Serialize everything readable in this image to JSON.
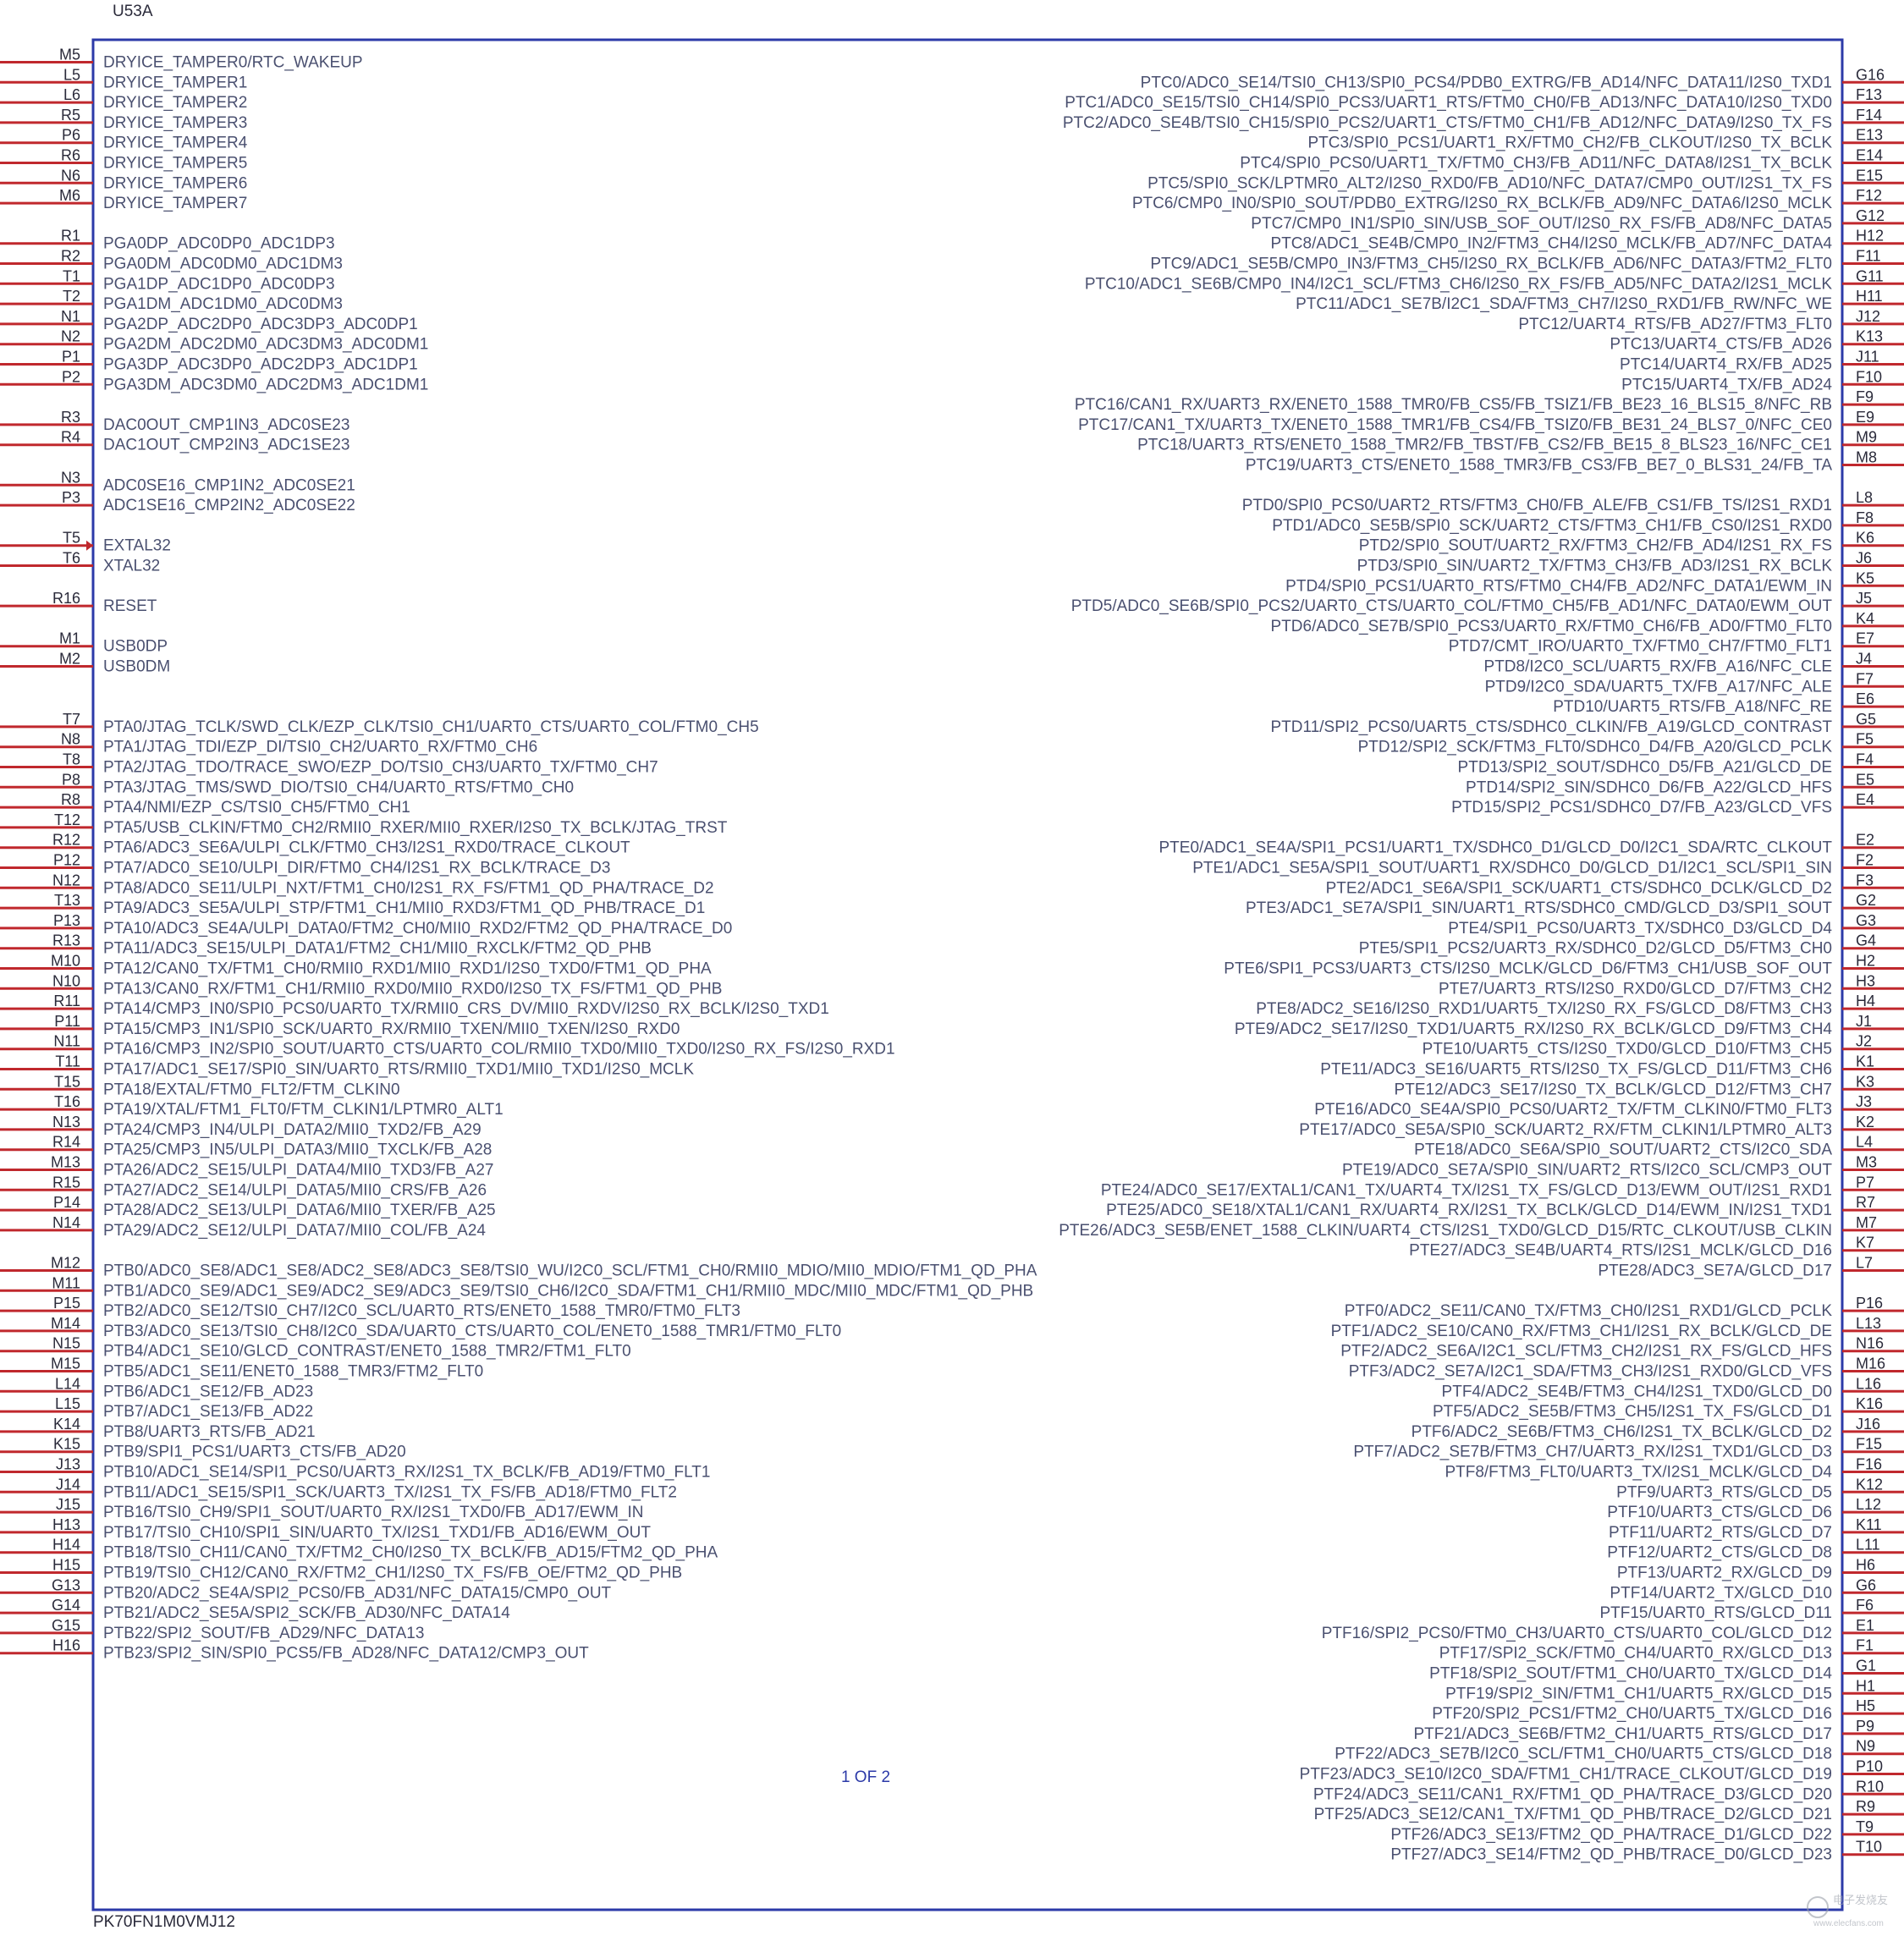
{
  "component": {
    "reference": "U53A",
    "part_number": "PK70FN1M0VMJ12",
    "sheet_label": "1 OF 2"
  },
  "watermark": "电子发烧友",
  "watermark_url": "www.elecfans.com",
  "colors": {
    "border": "#2c3aa8",
    "pin_line": "#c0282d",
    "text": "#4a5070",
    "pin_number": "#2a2a3a"
  },
  "left_pins": [
    {
      "pin": "M5",
      "name": "DRYICE_TAMPER0/RTC_WAKEUP",
      "row": 0
    },
    {
      "pin": "L5",
      "name": "DRYICE_TAMPER1",
      "row": 1
    },
    {
      "pin": "L6",
      "name": "DRYICE_TAMPER2",
      "row": 2
    },
    {
      "pin": "R5",
      "name": "DRYICE_TAMPER3",
      "row": 3
    },
    {
      "pin": "P6",
      "name": "DRYICE_TAMPER4",
      "row": 4
    },
    {
      "pin": "R6",
      "name": "DRYICE_TAMPER5",
      "row": 5
    },
    {
      "pin": "N6",
      "name": "DRYICE_TAMPER6",
      "row": 6
    },
    {
      "pin": "M6",
      "name": "DRYICE_TAMPER7",
      "row": 7
    },
    {
      "pin": "R1",
      "name": "PGA0DP_ADC0DP0_ADC1DP3",
      "row": 9
    },
    {
      "pin": "R2",
      "name": "PGA0DM_ADC0DM0_ADC1DM3",
      "row": 10
    },
    {
      "pin": "T1",
      "name": "PGA1DP_ADC1DP0_ADC0DP3",
      "row": 11
    },
    {
      "pin": "T2",
      "name": "PGA1DM_ADC1DM0_ADC0DM3",
      "row": 12
    },
    {
      "pin": "N1",
      "name": "PGA2DP_ADC2DP0_ADC3DP3_ADC0DP1",
      "row": 13
    },
    {
      "pin": "N2",
      "name": "PGA2DM_ADC2DM0_ADC3DM3_ADC0DM1",
      "row": 14
    },
    {
      "pin": "P1",
      "name": "PGA3DP_ADC3DP0_ADC2DP3_ADC1DP1",
      "row": 15
    },
    {
      "pin": "P2",
      "name": "PGA3DM_ADC3DM0_ADC2DM3_ADC1DM1",
      "row": 16
    },
    {
      "pin": "R3",
      "name": "DAC0OUT_CMP1IN3_ADC0SE23",
      "row": 18
    },
    {
      "pin": "R4",
      "name": "DAC1OUT_CMP2IN3_ADC1SE23",
      "row": 19
    },
    {
      "pin": "N3",
      "name": "ADC0SE16_CMP1IN2_ADC0SE21",
      "row": 21
    },
    {
      "pin": "P3",
      "name": "ADC1SE16_CMP2IN2_ADC0SE22",
      "row": 22
    },
    {
      "pin": "T5",
      "name": "EXTAL32",
      "row": 24
    },
    {
      "pin": "T6",
      "name": "XTAL32",
      "row": 25
    },
    {
      "pin": "R16",
      "name": "RESET",
      "row": 27
    },
    {
      "pin": "M1",
      "name": "USB0DP",
      "row": 29
    },
    {
      "pin": "M2",
      "name": "USB0DM",
      "row": 30
    },
    {
      "pin": "T7",
      "name": "PTA0/JTAG_TCLK/SWD_CLK/EZP_CLK/TSI0_CH1/UART0_CTS/UART0_COL/FTM0_CH5",
      "row": 33
    },
    {
      "pin": "N8",
      "name": "PTA1/JTAG_TDI/EZP_DI/TSI0_CH2/UART0_RX/FTM0_CH6",
      "row": 34
    },
    {
      "pin": "T8",
      "name": "PTA2/JTAG_TDO/TRACE_SWO/EZP_DO/TSI0_CH3/UART0_TX/FTM0_CH7",
      "row": 35
    },
    {
      "pin": "P8",
      "name": "PTA3/JTAG_TMS/SWD_DIO/TSI0_CH4/UART0_RTS/FTM0_CH0",
      "row": 36
    },
    {
      "pin": "R8",
      "name": "PTA4/NMI/EZP_CS/TSI0_CH5/FTM0_CH1",
      "row": 37
    },
    {
      "pin": "T12",
      "name": "PTA5/USB_CLKIN/FTM0_CH2/RMII0_RXER/MII0_RXER/I2S0_TX_BCLK/JTAG_TRST",
      "row": 38
    },
    {
      "pin": "R12",
      "name": "PTA6/ADC3_SE6A/ULPI_CLK/FTM0_CH3/I2S1_RXD0/TRACE_CLKOUT",
      "row": 39
    },
    {
      "pin": "P12",
      "name": "PTA7/ADC0_SE10/ULPI_DIR/FTM0_CH4/I2S1_RX_BCLK/TRACE_D3",
      "row": 40
    },
    {
      "pin": "N12",
      "name": "PTA8/ADC0_SE11/ULPI_NXT/FTM1_CH0/I2S1_RX_FS/FTM1_QD_PHA/TRACE_D2",
      "row": 41
    },
    {
      "pin": "T13",
      "name": "PTA9/ADC3_SE5A/ULPI_STP/FTM1_CH1/MII0_RXD3/FTM1_QD_PHB/TRACE_D1",
      "row": 42
    },
    {
      "pin": "P13",
      "name": "PTA10/ADC3_SE4A/ULPI_DATA0/FTM2_CH0/MII0_RXD2/FTM2_QD_PHA/TRACE_D0",
      "row": 43
    },
    {
      "pin": "R13",
      "name": "PTA11/ADC3_SE15/ULPI_DATA1/FTM2_CH1/MII0_RXCLK/FTM2_QD_PHB",
      "row": 44
    },
    {
      "pin": "M10",
      "name": "PTA12/CAN0_TX/FTM1_CH0/RMII0_RXD1/MII0_RXD1/I2S0_TXD0/FTM1_QD_PHA",
      "row": 45
    },
    {
      "pin": "N10",
      "name": "PTA13/CAN0_RX/FTM1_CH1/RMII0_RXD0/MII0_RXD0/I2S0_TX_FS/FTM1_QD_PHB",
      "row": 46
    },
    {
      "pin": "R11",
      "name": "PTA14/CMP3_IN0/SPI0_PCS0/UART0_TX/RMII0_CRS_DV/MII0_RXDV/I2S0_RX_BCLK/I2S0_TXD1",
      "row": 47
    },
    {
      "pin": "P11",
      "name": "PTA15/CMP3_IN1/SPI0_SCK/UART0_RX/RMII0_TXEN/MII0_TXEN/I2S0_RXD0",
      "row": 48
    },
    {
      "pin": "N11",
      "name": "PTA16/CMP3_IN2/SPI0_SOUT/UART0_CTS/UART0_COL/RMII0_TXD0/MII0_TXD0/I2S0_RX_FS/I2S0_RXD1",
      "row": 49
    },
    {
      "pin": "T11",
      "name": "PTA17/ADC1_SE17/SPI0_SIN/UART0_RTS/RMII0_TXD1/MII0_TXD1/I2S0_MCLK",
      "row": 50
    },
    {
      "pin": "T15",
      "name": "PTA18/EXTAL/FTM0_FLT2/FTM_CLKIN0",
      "row": 51
    },
    {
      "pin": "T16",
      "name": "PTA19/XTAL/FTM1_FLT0/FTM_CLKIN1/LPTMR0_ALT1",
      "row": 52
    },
    {
      "pin": "N13",
      "name": "PTA24/CMP3_IN4/ULPI_DATA2/MII0_TXD2/FB_A29",
      "row": 53
    },
    {
      "pin": "R14",
      "name": "PTA25/CMP3_IN5/ULPI_DATA3/MII0_TXCLK/FB_A28",
      "row": 54
    },
    {
      "pin": "M13",
      "name": "PTA26/ADC2_SE15/ULPI_DATA4/MII0_TXD3/FB_A27",
      "row": 55
    },
    {
      "pin": "R15",
      "name": "PTA27/ADC2_SE14/ULPI_DATA5/MII0_CRS/FB_A26",
      "row": 56
    },
    {
      "pin": "P14",
      "name": "PTA28/ADC2_SE13/ULPI_DATA6/MII0_TXER/FB_A25",
      "row": 57
    },
    {
      "pin": "N14",
      "name": "PTA29/ADC2_SE12/ULPI_DATA7/MII0_COL/FB_A24",
      "row": 58
    },
    {
      "pin": "M12",
      "name": "PTB0/ADC0_SE8/ADC1_SE8/ADC2_SE8/ADC3_SE8/TSI0_WU/I2C0_SCL/FTM1_CH0/RMII0_MDIO/MII0_MDIO/FTM1_QD_PHA",
      "row": 60
    },
    {
      "pin": "M11",
      "name": "PTB1/ADC0_SE9/ADC1_SE9/ADC2_SE9/ADC3_SE9/TSI0_CH6/I2C0_SDA/FTM1_CH1/RMII0_MDC/MII0_MDC/FTM1_QD_PHB",
      "row": 61
    },
    {
      "pin": "P15",
      "name": "PTB2/ADC0_SE12/TSI0_CH7/I2C0_SCL/UART0_RTS/ENET0_1588_TMR0/FTM0_FLT3",
      "row": 62
    },
    {
      "pin": "M14",
      "name": "PTB3/ADC0_SE13/TSI0_CH8/I2C0_SDA/UART0_CTS/UART0_COL/ENET0_1588_TMR1/FTM0_FLT0",
      "row": 63
    },
    {
      "pin": "N15",
      "name": "PTB4/ADC1_SE10/GLCD_CONTRAST/ENET0_1588_TMR2/FTM1_FLT0",
      "row": 64
    },
    {
      "pin": "M15",
      "name": "PTB5/ADC1_SE11/ENET0_1588_TMR3/FTM2_FLT0",
      "row": 65
    },
    {
      "pin": "L14",
      "name": "PTB6/ADC1_SE12/FB_AD23",
      "row": 66
    },
    {
      "pin": "L15",
      "name": "PTB7/ADC1_SE13/FB_AD22",
      "row": 67
    },
    {
      "pin": "K14",
      "name": "PTB8/UART3_RTS/FB_AD21",
      "row": 68
    },
    {
      "pin": "K15",
      "name": "PTB9/SPI1_PCS1/UART3_CTS/FB_AD20",
      "row": 69
    },
    {
      "pin": "J13",
      "name": "PTB10/ADC1_SE14/SPI1_PCS0/UART3_RX/I2S1_TX_BCLK/FB_AD19/FTM0_FLT1",
      "row": 70
    },
    {
      "pin": "J14",
      "name": "PTB11/ADC1_SE15/SPI1_SCK/UART3_TX/I2S1_TX_FS/FB_AD18/FTM0_FLT2",
      "row": 71
    },
    {
      "pin": "J15",
      "name": "PTB16/TSI0_CH9/SPI1_SOUT/UART0_RX/I2S1_TXD0/FB_AD17/EWM_IN",
      "row": 72
    },
    {
      "pin": "H13",
      "name": "PTB17/TSI0_CH10/SPI1_SIN/UART0_TX/I2S1_TXD1/FB_AD16/EWM_OUT",
      "row": 73
    },
    {
      "pin": "H14",
      "name": "PTB18/TSI0_CH11/CAN0_TX/FTM2_CH0/I2S0_TX_BCLK/FB_AD15/FTM2_QD_PHA",
      "row": 74
    },
    {
      "pin": "H15",
      "name": "PTB19/TSI0_CH12/CAN0_RX/FTM2_CH1/I2S0_TX_FS/FB_OE/FTM2_QD_PHB",
      "row": 75
    },
    {
      "pin": "G13",
      "name": "PTB20/ADC2_SE4A/SPI2_PCS0/FB_AD31/NFC_DATA15/CMP0_OUT",
      "row": 76
    },
    {
      "pin": "G14",
      "name": "PTB21/ADC2_SE5A/SPI2_SCK/FB_AD30/NFC_DATA14",
      "row": 77
    },
    {
      "pin": "G15",
      "name": "PTB22/SPI2_SOUT/FB_AD29/NFC_DATA13",
      "row": 78
    },
    {
      "pin": "H16",
      "name": "PTB23/SPI2_SIN/SPI0_PCS5/FB_AD28/NFC_DATA12/CMP3_OUT",
      "row": 79
    }
  ],
  "right_pins": [
    {
      "pin": "G16",
      "name": "PTC0/ADC0_SE14/TSI0_CH13/SPI0_PCS4/PDB0_EXTRG/FB_AD14/NFC_DATA11/I2S0_TXD1",
      "row": 1
    },
    {
      "pin": "F13",
      "name": "PTC1/ADC0_SE15/TSI0_CH14/SPI0_PCS3/UART1_RTS/FTM0_CH0/FB_AD13/NFC_DATA10/I2S0_TXD0",
      "row": 2
    },
    {
      "pin": "F14",
      "name": "PTC2/ADC0_SE4B/TSI0_CH15/SPI0_PCS2/UART1_CTS/FTM0_CH1/FB_AD12/NFC_DATA9/I2S0_TX_FS",
      "row": 3
    },
    {
      "pin": "E13",
      "name": "PTC3/SPI0_PCS1/UART1_RX/FTM0_CH2/FB_CLKOUT/I2S0_TX_BCLK",
      "row": 4
    },
    {
      "pin": "E14",
      "name": "PTC4/SPI0_PCS0/UART1_TX/FTM0_CH3/FB_AD11/NFC_DATA8/I2S1_TX_BCLK",
      "row": 5
    },
    {
      "pin": "E15",
      "name": "PTC5/SPI0_SCK/LPTMR0_ALT2/I2S0_RXD0/FB_AD10/NFC_DATA7/CMP0_OUT/I2S1_TX_FS",
      "row": 6
    },
    {
      "pin": "F12",
      "name": "PTC6/CMP0_IN0/SPI0_SOUT/PDB0_EXTRG/I2S0_RX_BCLK/FB_AD9/NFC_DATA6/I2S0_MCLK",
      "row": 7
    },
    {
      "pin": "G12",
      "name": "PTC7/CMP0_IN1/SPI0_SIN/USB_SOF_OUT/I2S0_RX_FS/FB_AD8/NFC_DATA5",
      "row": 8
    },
    {
      "pin": "H12",
      "name": "PTC8/ADC1_SE4B/CMP0_IN2/FTM3_CH4/I2S0_MCLK/FB_AD7/NFC_DATA4",
      "row": 9
    },
    {
      "pin": "F11",
      "name": "PTC9/ADC1_SE5B/CMP0_IN3/FTM3_CH5/I2S0_RX_BCLK/FB_AD6/NFC_DATA3/FTM2_FLT0",
      "row": 10
    },
    {
      "pin": "G11",
      "name": "PTC10/ADC1_SE6B/CMP0_IN4/I2C1_SCL/FTM3_CH6/I2S0_RX_FS/FB_AD5/NFC_DATA2/I2S1_MCLK",
      "row": 11
    },
    {
      "pin": "H11",
      "name": "PTC11/ADC1_SE7B/I2C1_SDA/FTM3_CH7/I2S0_RXD1/FB_RW/NFC_WE",
      "row": 12
    },
    {
      "pin": "J12",
      "name": "PTC12/UART4_RTS/FB_AD27/FTM3_FLT0",
      "row": 13
    },
    {
      "pin": "K13",
      "name": "PTC13/UART4_CTS/FB_AD26",
      "row": 14
    },
    {
      "pin": "J11",
      "name": "PTC14/UART4_RX/FB_AD25",
      "row": 15
    },
    {
      "pin": "F10",
      "name": "PTC15/UART4_TX/FB_AD24",
      "row": 16
    },
    {
      "pin": "F9",
      "name": "PTC16/CAN1_RX/UART3_RX/ENET0_1588_TMR0/FB_CS5/FB_TSIZ1/FB_BE23_16_BLS15_8/NFC_RB",
      "row": 17
    },
    {
      "pin": "E9",
      "name": "PTC17/CAN1_TX/UART3_TX/ENET0_1588_TMR1/FB_CS4/FB_TSIZ0/FB_BE31_24_BLS7_0/NFC_CE0",
      "row": 18
    },
    {
      "pin": "M9",
      "name": "PTC18/UART3_RTS/ENET0_1588_TMR2/FB_TBST/FB_CS2/FB_BE15_8_BLS23_16/NFC_CE1",
      "row": 19
    },
    {
      "pin": "M8",
      "name": "PTC19/UART3_CTS/ENET0_1588_TMR3/FB_CS3/FB_BE7_0_BLS31_24/FB_TA",
      "row": 20
    },
    {
      "pin": "L8",
      "name": "PTD0/SPI0_PCS0/UART2_RTS/FTM3_CH0/FB_ALE/FB_CS1/FB_TS/I2S1_RXD1",
      "row": 22
    },
    {
      "pin": "F8",
      "name": "PTD1/ADC0_SE5B/SPI0_SCK/UART2_CTS/FTM3_CH1/FB_CS0/I2S1_RXD0",
      "row": 23
    },
    {
      "pin": "K6",
      "name": "PTD2/SPI0_SOUT/UART2_RX/FTM3_CH2/FB_AD4/I2S1_RX_FS",
      "row": 24
    },
    {
      "pin": "J6",
      "name": "PTD3/SPI0_SIN/UART2_TX/FTM3_CH3/FB_AD3/I2S1_RX_BCLK",
      "row": 25
    },
    {
      "pin": "K5",
      "name": "PTD4/SPI0_PCS1/UART0_RTS/FTM0_CH4/FB_AD2/NFC_DATA1/EWM_IN",
      "row": 26
    },
    {
      "pin": "J5",
      "name": "PTD5/ADC0_SE6B/SPI0_PCS2/UART0_CTS/UART0_COL/FTM0_CH5/FB_AD1/NFC_DATA0/EWM_OUT",
      "row": 27
    },
    {
      "pin": "K4",
      "name": "PTD6/ADC0_SE7B/SPI0_PCS3/UART0_RX/FTM0_CH6/FB_AD0/FTM0_FLT0",
      "row": 28
    },
    {
      "pin": "E7",
      "name": "PTD7/CMT_IRO/UART0_TX/FTM0_CH7/FTM0_FLT1",
      "row": 29
    },
    {
      "pin": "J4",
      "name": "PTD8/I2C0_SCL/UART5_RX/FB_A16/NFC_CLE",
      "row": 30
    },
    {
      "pin": "F7",
      "name": "PTD9/I2C0_SDA/UART5_TX/FB_A17/NFC_ALE",
      "row": 31
    },
    {
      "pin": "E6",
      "name": "PTD10/UART5_RTS/FB_A18/NFC_RE",
      "row": 32
    },
    {
      "pin": "G5",
      "name": "PTD11/SPI2_PCS0/UART5_CTS/SDHC0_CLKIN/FB_A19/GLCD_CONTRAST",
      "row": 33
    },
    {
      "pin": "F5",
      "name": "PTD12/SPI2_SCK/FTM3_FLT0/SDHC0_D4/FB_A20/GLCD_PCLK",
      "row": 34
    },
    {
      "pin": "F4",
      "name": "PTD13/SPI2_SOUT/SDHC0_D5/FB_A21/GLCD_DE",
      "row": 35
    },
    {
      "pin": "E5",
      "name": "PTD14/SPI2_SIN/SDHC0_D6/FB_A22/GLCD_HFS",
      "row": 36
    },
    {
      "pin": "E4",
      "name": "PTD15/SPI2_PCS1/SDHC0_D7/FB_A23/GLCD_VFS",
      "row": 37
    },
    {
      "pin": "E2",
      "name": "PTE0/ADC1_SE4A/SPI1_PCS1/UART1_TX/SDHC0_D1/GLCD_D0/I2C1_SDA/RTC_CLKOUT",
      "row": 39
    },
    {
      "pin": "F2",
      "name": "PTE1/ADC1_SE5A/SPI1_SOUT/UART1_RX/SDHC0_D0/GLCD_D1/I2C1_SCL/SPI1_SIN",
      "row": 40
    },
    {
      "pin": "F3",
      "name": "PTE2/ADC1_SE6A/SPI1_SCK/UART1_CTS/SDHC0_DCLK/GLCD_D2",
      "row": 41
    },
    {
      "pin": "G2",
      "name": "PTE3/ADC1_SE7A/SPI1_SIN/UART1_RTS/SDHC0_CMD/GLCD_D3/SPI1_SOUT",
      "row": 42
    },
    {
      "pin": "G3",
      "name": "PTE4/SPI1_PCS0/UART3_TX/SDHC0_D3/GLCD_D4",
      "row": 43
    },
    {
      "pin": "G4",
      "name": "PTE5/SPI1_PCS2/UART3_RX/SDHC0_D2/GLCD_D5/FTM3_CH0",
      "row": 44
    },
    {
      "pin": "H2",
      "name": "PTE6/SPI1_PCS3/UART3_CTS/I2S0_MCLK/GLCD_D6/FTM3_CH1/USB_SOF_OUT",
      "row": 45
    },
    {
      "pin": "H3",
      "name": "PTE7/UART3_RTS/I2S0_RXD0/GLCD_D7/FTM3_CH2",
      "row": 46
    },
    {
      "pin": "H4",
      "name": "PTE8/ADC2_SE16/I2S0_RXD1/UART5_TX/I2S0_RX_FS/GLCD_D8/FTM3_CH3",
      "row": 47
    },
    {
      "pin": "J1",
      "name": "PTE9/ADC2_SE17/I2S0_TXD1/UART5_RX/I2S0_RX_BCLK/GLCD_D9/FTM3_CH4",
      "row": 48
    },
    {
      "pin": "J2",
      "name": "PTE10/UART5_CTS/I2S0_TXD0/GLCD_D10/FTM3_CH5",
      "row": 49
    },
    {
      "pin": "K1",
      "name": "PTE11/ADC3_SE16/UART5_RTS/I2S0_TX_FS/GLCD_D11/FTM3_CH6",
      "row": 50
    },
    {
      "pin": "K3",
      "name": "PTE12/ADC3_SE17/I2S0_TX_BCLK/GLCD_D12/FTM3_CH7",
      "row": 51
    },
    {
      "pin": "J3",
      "name": "PTE16/ADC0_SE4A/SPI0_PCS0/UART2_TX/FTM_CLKIN0/FTM0_FLT3",
      "row": 52
    },
    {
      "pin": "K2",
      "name": "PTE17/ADC0_SE5A/SPI0_SCK/UART2_RX/FTM_CLKIN1/LPTMR0_ALT3",
      "row": 53
    },
    {
      "pin": "L4",
      "name": "PTE18/ADC0_SE6A/SPI0_SOUT/UART2_CTS/I2C0_SDA",
      "row": 54
    },
    {
      "pin": "M3",
      "name": "PTE19/ADC0_SE7A/SPI0_SIN/UART2_RTS/I2C0_SCL/CMP3_OUT",
      "row": 55
    },
    {
      "pin": "P7",
      "name": "PTE24/ADC0_SE17/EXTAL1/CAN1_TX/UART4_TX/I2S1_TX_FS/GLCD_D13/EWM_OUT/I2S1_RXD1",
      "row": 56
    },
    {
      "pin": "R7",
      "name": "PTE25/ADC0_SE18/XTAL1/CAN1_RX/UART4_RX/I2S1_TX_BCLK/GLCD_D14/EWM_IN/I2S1_TXD1",
      "row": 57
    },
    {
      "pin": "M7",
      "name": "PTE26/ADC3_SE5B/ENET_1588_CLKIN/UART4_CTS/I2S1_TXD0/GLCD_D15/RTC_CLKOUT/USB_CLKIN",
      "row": 58
    },
    {
      "pin": "K7",
      "name": "PTE27/ADC3_SE4B/UART4_RTS/I2S1_MCLK/GLCD_D16",
      "row": 59
    },
    {
      "pin": "L7",
      "name": "PTE28/ADC3_SE7A/GLCD_D17",
      "row": 60
    },
    {
      "pin": "P16",
      "name": "PTF0/ADC2_SE11/CAN0_TX/FTM3_CH0/I2S1_RXD1/GLCD_PCLK",
      "row": 62
    },
    {
      "pin": "L13",
      "name": "PTF1/ADC2_SE10/CAN0_RX/FTM3_CH1/I2S1_RX_BCLK/GLCD_DE",
      "row": 63
    },
    {
      "pin": "N16",
      "name": "PTF2/ADC2_SE6A/I2C1_SCL/FTM3_CH2/I2S1_RX_FS/GLCD_HFS",
      "row": 64
    },
    {
      "pin": "M16",
      "name": "PTF3/ADC2_SE7A/I2C1_SDA/FTM3_CH3/I2S1_RXD0/GLCD_VFS",
      "row": 65
    },
    {
      "pin": "L16",
      "name": "PTF4/ADC2_SE4B/FTM3_CH4/I2S1_TXD0/GLCD_D0",
      "row": 66
    },
    {
      "pin": "K16",
      "name": "PTF5/ADC2_SE5B/FTM3_CH5/I2S1_TX_FS/GLCD_D1",
      "row": 67
    },
    {
      "pin": "J16",
      "name": "PTF6/ADC2_SE6B/FTM3_CH6/I2S1_TX_BCLK/GLCD_D2",
      "row": 68
    },
    {
      "pin": "F15",
      "name": "PTF7/ADC2_SE7B/FTM3_CH7/UART3_RX/I2S1_TXD1/GLCD_D3",
      "row": 69
    },
    {
      "pin": "F16",
      "name": "PTF8/FTM3_FLT0/UART3_TX/I2S1_MCLK/GLCD_D4",
      "row": 70
    },
    {
      "pin": "K12",
      "name": "PTF9/UART3_RTS/GLCD_D5",
      "row": 71
    },
    {
      "pin": "L12",
      "name": "PTF10/UART3_CTS/GLCD_D6",
      "row": 72
    },
    {
      "pin": "K11",
      "name": "PTF11/UART2_RTS/GLCD_D7",
      "row": 73
    },
    {
      "pin": "L11",
      "name": "PTF12/UART2_CTS/GLCD_D8",
      "row": 74
    },
    {
      "pin": "H6",
      "name": "PTF13/UART2_RX/GLCD_D9",
      "row": 75
    },
    {
      "pin": "G6",
      "name": "PTF14/UART2_TX/GLCD_D10",
      "row": 76
    },
    {
      "pin": "F6",
      "name": "PTF15/UART0_RTS/GLCD_D11",
      "row": 77
    },
    {
      "pin": "E1",
      "name": "PTF16/SPI2_PCS0/FTM0_CH3/UART0_CTS/UART0_COL/GLCD_D12",
      "row": 78
    },
    {
      "pin": "F1",
      "name": "PTF17/SPI2_SCK/FTM0_CH4/UART0_RX/GLCD_D13",
      "row": 79
    },
    {
      "pin": "G1",
      "name": "PTF18/SPI2_SOUT/FTM1_CH0/UART0_TX/GLCD_D14",
      "row": 80
    },
    {
      "pin": "H1",
      "name": "PTF19/SPI2_SIN/FTM1_CH1/UART5_RX/GLCD_D15",
      "row": 81
    },
    {
      "pin": "H5",
      "name": "PTF20/SPI2_PCS1/FTM2_CH0/UART5_TX/GLCD_D16",
      "row": 82
    },
    {
      "pin": "P9",
      "name": "PTF21/ADC3_SE6B/FTM2_CH1/UART5_RTS/GLCD_D17",
      "row": 83
    },
    {
      "pin": "N9",
      "name": "PTF22/ADC3_SE7B/I2C0_SCL/FTM1_CH0/UART5_CTS/GLCD_D18",
      "row": 84
    },
    {
      "pin": "P10",
      "name": "PTF23/ADC3_SE10/I2C0_SDA/FTM1_CH1/TRACE_CLKOUT/GLCD_D19",
      "row": 85
    },
    {
      "pin": "R10",
      "name": "PTF24/ADC3_SE11/CAN1_RX/FTM1_QD_PHA/TRACE_D3/GLCD_D20",
      "row": 86
    },
    {
      "pin": "R9",
      "name": "PTF25/ADC3_SE12/CAN1_TX/FTM1_QD_PHB/TRACE_D2/GLCD_D21",
      "row": 87
    },
    {
      "pin": "T9",
      "name": "PTF26/ADC3_SE13/FTM2_QD_PHA/TRACE_D1/GLCD_D22",
      "row": 88
    },
    {
      "pin": "T10",
      "name": "PTF27/ADC3_SE14/FTM2_QD_PHB/TRACE_D0/GLCD_D23",
      "row": 89
    }
  ]
}
